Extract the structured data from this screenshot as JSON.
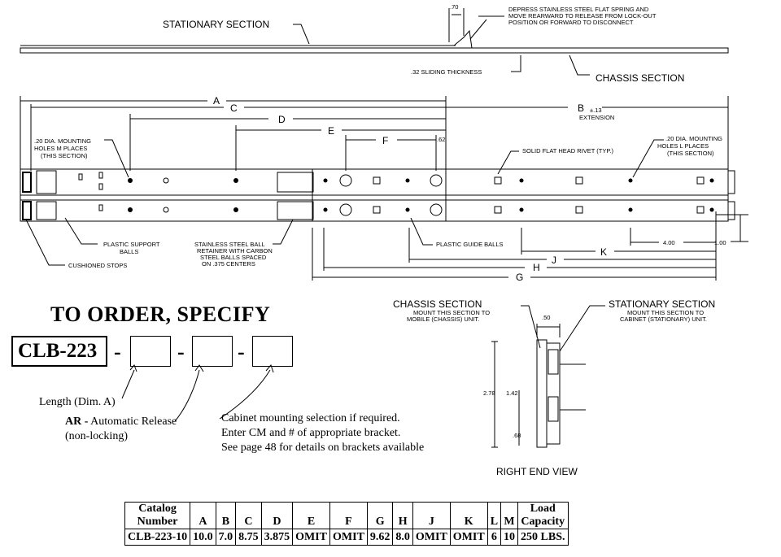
{
  "top_labels": {
    "stationary_section": "STATIONARY SECTION",
    "spring_note": [
      "DEPRESS STAINLESS STEEL FLAT SPRING AND",
      "MOVE REARWARD TO RELEASE FROM LOCK-OUT",
      "POSITION OR FORWARD TO DISCONNECT"
    ],
    "dim_70": ".70",
    "sliding_thickness": ".32 SLIDING THICKNESS",
    "chassis_section": "CHASSIS SECTION"
  },
  "dimensions": {
    "A": "A",
    "B": "B",
    "B_tol": "±.13",
    "extension": "EXTENSION",
    "C": "C",
    "D": "D",
    "E": "E",
    "F": "F",
    "dim_62": ".62",
    "G": "G",
    "H": "H",
    "J": "J",
    "K": "K",
    "dim_400": "4.00",
    "dim_100": "1.00"
  },
  "callouts": {
    "mounting_left": [
      ".20 DIA. MOUNTING",
      "HOLES M PLACES",
      "(THIS SECTION)"
    ],
    "mounting_right": [
      ".20 DIA. MOUNTING",
      "HOLES L PLACES",
      "(THIS SECTION)"
    ],
    "rivet": "SOLID FLAT HEAD RIVET (TYP.)",
    "support_balls": [
      "PLASTIC SUPPORT",
      "BALLS"
    ],
    "retainer": [
      "STAINLESS STEEL BALL",
      "RETAINER WITH CARBON",
      "STEEL BALLS SPACED",
      "ON .375 CENTERS"
    ],
    "guide_balls": "PLASTIC GUIDE BALLS",
    "cushioned_stops": "CUSHIONED STOPS"
  },
  "end_view": {
    "chassis_title": "CHASSIS SECTION",
    "chassis_note": [
      "MOUNT THIS SECTION TO",
      "MOBILE (CHASSIS) UNIT."
    ],
    "stationary_title": "STATIONARY SECTION",
    "stationary_note": [
      "MOUNT THIS SECTION TO",
      "CABINET (STATIONARY) UNIT."
    ],
    "dim_50": ".50",
    "dim_278": "2.78",
    "dim_142": "1.42",
    "dim_68": ".68",
    "caption": "RIGHT END VIEW"
  },
  "order": {
    "title": "TO ORDER, SPECIFY",
    "part_number": "CLB-223",
    "dash": "-",
    "length_note": "Length (Dim. A)",
    "ar_code": "AR -",
    "ar_text": "Automatic Release",
    "ar_sub": "(non-locking)",
    "cabinet_lines": [
      "Cabinet mounting selection if required.",
      "Enter CM and # of appropriate bracket.",
      "See page 48 for details on brackets available"
    ]
  },
  "table": {
    "headers": [
      "Catalog Number",
      "A",
      "B",
      "C",
      "D",
      "E",
      "F",
      "G",
      "H",
      "J",
      "K",
      "L",
      "M",
      "Load Capacity"
    ],
    "header_lines": [
      [
        "Catalog",
        "Number"
      ],
      [
        "A"
      ],
      [
        "B"
      ],
      [
        "C"
      ],
      [
        "D"
      ],
      [
        "E"
      ],
      [
        "F"
      ],
      [
        "G"
      ],
      [
        "H"
      ],
      [
        "J"
      ],
      [
        "K"
      ],
      [
        "L"
      ],
      [
        "M"
      ],
      [
        "Load",
        "Capacity"
      ]
    ],
    "rows": [
      [
        "CLB-223-10",
        "10.0",
        "7.0",
        "8.75",
        "3.875",
        "OMIT",
        "OMIT",
        "9.62",
        "8.0",
        "OMIT",
        "OMIT",
        "6",
        "10",
        "250 LBS."
      ]
    ]
  }
}
